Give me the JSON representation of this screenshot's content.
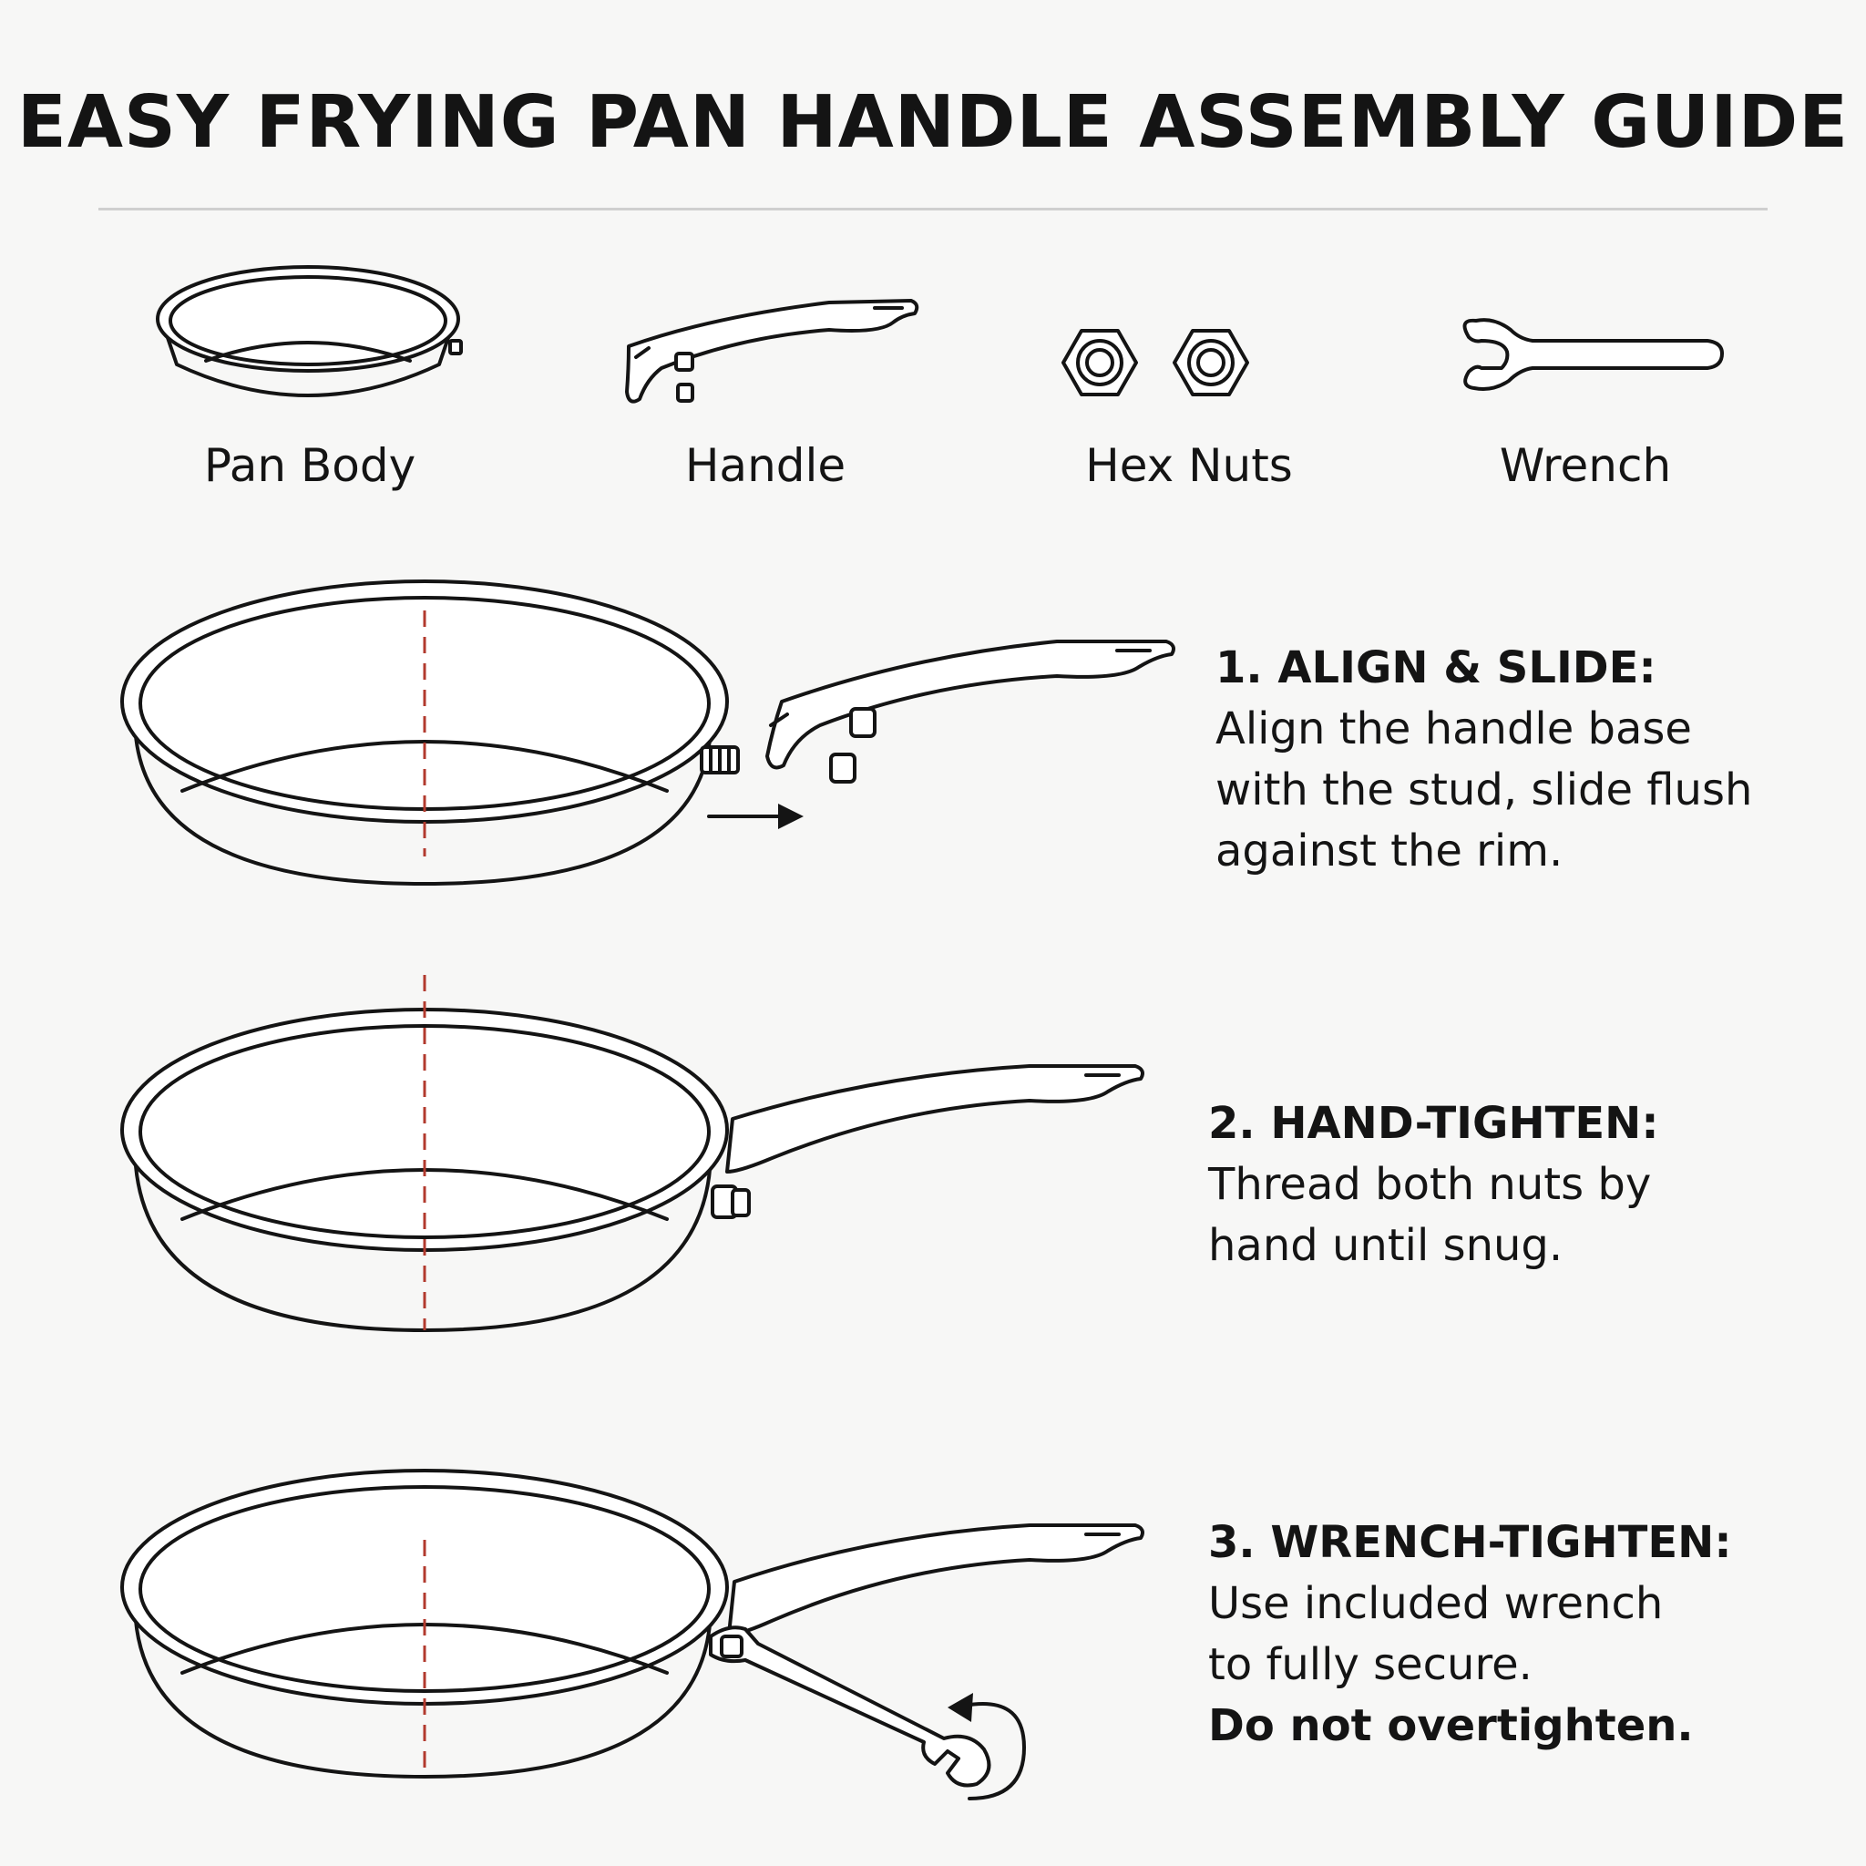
{
  "title": "EASY FRYING PAN HANDLE ASSEMBLY GUIDE",
  "parts": [
    {
      "label": "Pan Body",
      "icon": "pan-body-icon"
    },
    {
      "label": "Handle",
      "icon": "handle-icon"
    },
    {
      "label": "Hex Nuts",
      "icon": "hex-nuts-icon"
    },
    {
      "label": "Wrench",
      "icon": "wrench-icon"
    }
  ],
  "steps": [
    {
      "heading": "1. ALIGN & SLIDE:",
      "body": "Align the handle base with the stud, slide flush against the rim."
    },
    {
      "heading": "2. HAND-TIGHTEN:",
      "body": "Thread both nuts by hand until snug."
    },
    {
      "heading": "3. WRENCH-TIGHTEN:",
      "body": "Use included wrench to fully secure.",
      "warning": "Do not overtighten."
    }
  ],
  "colors": {
    "ink": "#141414",
    "axis": "#b23a2e",
    "background": "#f7f7f6"
  }
}
